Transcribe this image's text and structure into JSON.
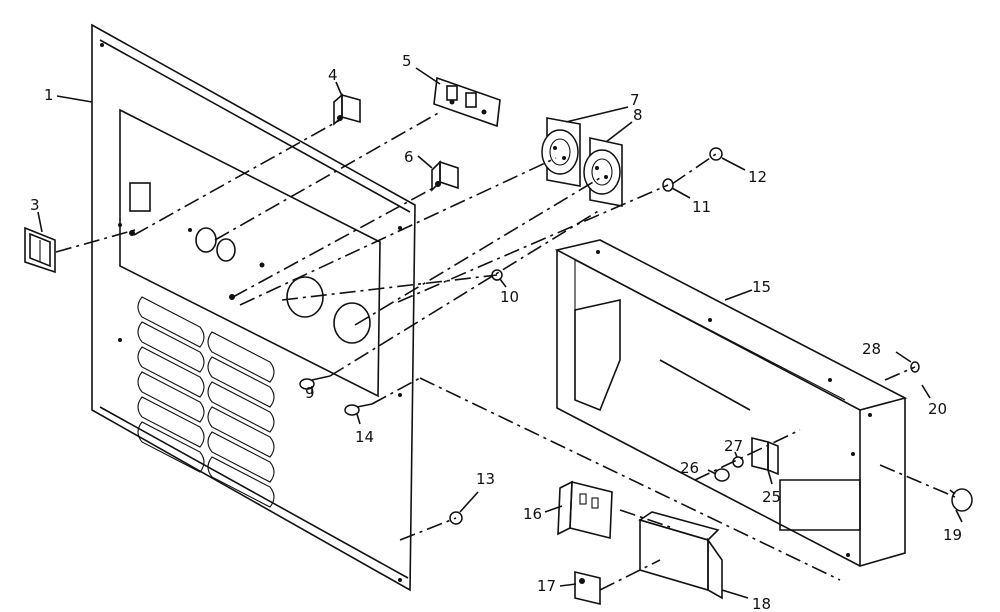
{
  "callouts": {
    "c1": "1",
    "c3": "3",
    "c4": "4",
    "c5": "5",
    "c6": "6",
    "c7": "7",
    "c8": "8",
    "c9": "9",
    "c10": "10",
    "c11": "11",
    "c12": "12",
    "c13": "13",
    "c14": "14",
    "c15": "15",
    "c16": "16",
    "c17": "17",
    "c18": "18",
    "c19": "19",
    "c20": "20",
    "c25": "25",
    "c26": "26",
    "c27": "27",
    "c28": "28"
  }
}
